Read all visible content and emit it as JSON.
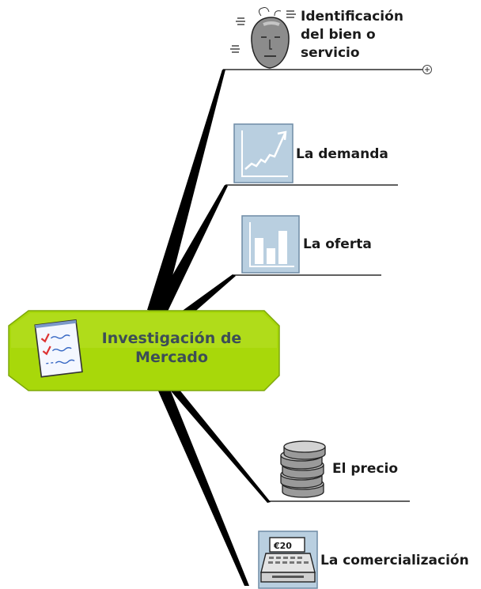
{
  "central_topic": {
    "line1": "Investigación de",
    "line2": "Mercado",
    "fill_color": "#a8d80a",
    "icon": "checklist-icon"
  },
  "branches": [
    {
      "id": "identificacion",
      "lines": [
        "Identificación",
        "del bien o",
        "servicio"
      ],
      "icon": "head-icon",
      "collapsed": true
    },
    {
      "id": "demanda",
      "label": "La demanda",
      "icon": "rising-chart-icon"
    },
    {
      "id": "oferta",
      "label": "La oferta",
      "icon": "bar-chart-icon"
    },
    {
      "id": "precio",
      "label": "El precio",
      "icon": "coins-icon"
    },
    {
      "id": "comercializacion",
      "label": "La comercialización",
      "icon": "cash-register-icon",
      "register_display": "€20"
    }
  ],
  "colors": {
    "branch": "#000000",
    "icon_bg": "#b9cfe0",
    "icon_border": "#6f8ca5"
  }
}
